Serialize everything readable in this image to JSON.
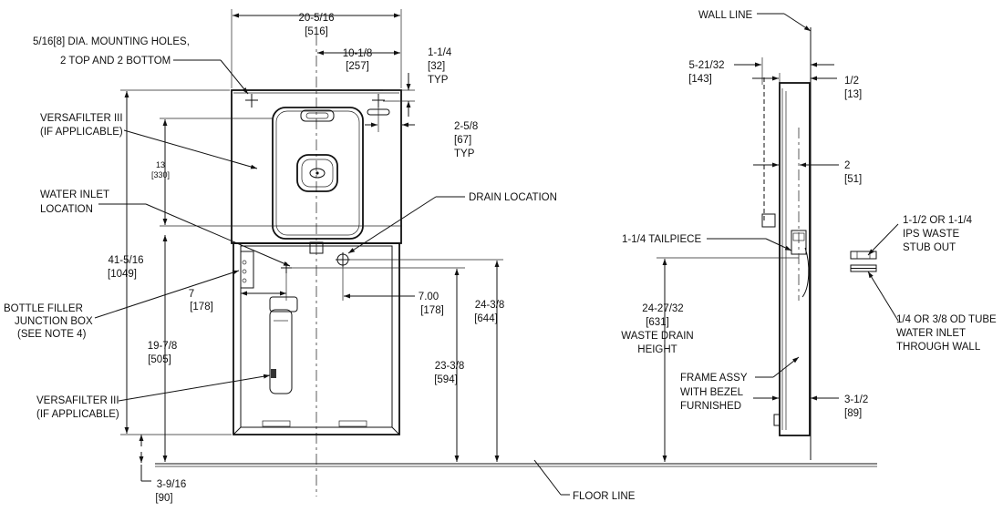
{
  "labels": {
    "mounting_holes_1": "5/16[8] DIA. MOUNTING HOLES,",
    "mounting_holes_2": "2 TOP AND 2 BOTTOM",
    "versafilter_top_1": "VERSAFILTER III",
    "versafilter_top_2": "(IF APPLICABLE)",
    "water_inlet_1": "WATER INLET",
    "water_inlet_2": "LOCATION",
    "bottle_filler_1": "BOTTLE FILLER",
    "bottle_filler_2": "JUNCTION BOX",
    "bottle_filler_3": "(SEE NOTE 4)",
    "versafilter_bot_1": "VERSAFILTER III",
    "versafilter_bot_2": "(IF APPLICABLE)",
    "drain_location": "DRAIN LOCATION",
    "wall_line": "WALL LINE",
    "tailpiece": "1-1/4 TAILPIECE",
    "waste_drain_1": "WASTE DRAIN",
    "waste_drain_2": "HEIGHT",
    "frame_1": "FRAME ASSY",
    "frame_2": "WITH BEZEL",
    "frame_3": "FURNISHED",
    "ips_1": "1-1/2 OR 1-1/4",
    "ips_2": "IPS WASTE",
    "ips_3": "STUB OUT",
    "tube_1": "1/4 OR 3/8 OD TUBE",
    "tube_2": "WATER INLET",
    "tube_3": "THROUGH WALL",
    "floor_line": "FLOOR LINE"
  },
  "dims": {
    "width_total": "20-5/16",
    "width_total_mm": "[516]",
    "half_width": "10-1/8",
    "half_width_mm": "[257]",
    "hole_top": "1-1/4",
    "hole_top_mm": "[32]",
    "hole_top_typ": "TYP",
    "hole_side": "2-5/8",
    "hole_side_mm": "[67]",
    "hole_side_typ": "TYP",
    "height_13": "13",
    "height_13_mm": "[330]",
    "height_total": "41-5/16",
    "height_total_mm": "[1049]",
    "inlet_offset": "7",
    "inlet_offset_mm": "[178]",
    "drain_offset": "7.00",
    "drain_offset_mm": "[178]",
    "inlet_height": "19-7/8",
    "inlet_height_mm": "[505]",
    "lower_height": "23-3/8",
    "lower_height_mm": "[594]",
    "drain_height": "24-3/8",
    "drain_height_mm": "[644]",
    "bottom_gap": "3-9/16",
    "bottom_gap_mm": "[90]",
    "depth": "5-21/32",
    "depth_mm": "[143]",
    "half": "1/2",
    "half_mm": "[13]",
    "two": "2",
    "two_mm": "[51]",
    "waste_height": "24-27/32",
    "waste_height_mm": "[631]",
    "frame_depth": "3-1/2",
    "frame_depth_mm": "[89]"
  }
}
